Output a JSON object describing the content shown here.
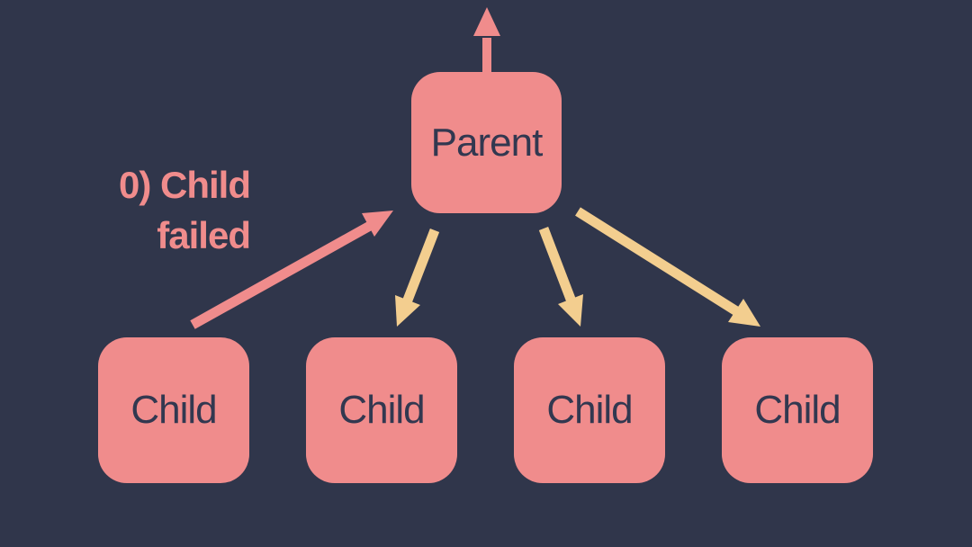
{
  "colors": {
    "background": "#30364B",
    "node_fill": "#F08C8C",
    "node_text": "#323850",
    "pink_accent": "#F08C8C",
    "yellow_accent": "#F3CE8F"
  },
  "diagram": {
    "parent": {
      "label": "Parent"
    },
    "children": [
      {
        "label": "Child"
      },
      {
        "label": "Child"
      },
      {
        "label": "Child"
      },
      {
        "label": "Child"
      }
    ],
    "annotation": {
      "text": "0) Child\nfailed"
    },
    "arrows": [
      {
        "name": "parent-exit-arrow",
        "color": "pink",
        "from": "Parent",
        "to": "offscreen-top"
      },
      {
        "name": "child-failed-arrow",
        "color": "pink",
        "from": "Child 1",
        "to": "Parent"
      },
      {
        "name": "parent-to-child-2-arrow",
        "color": "yellow",
        "from": "Parent",
        "to": "Child 2"
      },
      {
        "name": "parent-to-child-3-arrow",
        "color": "yellow",
        "from": "Parent",
        "to": "Child 3"
      },
      {
        "name": "parent-to-child-4-arrow",
        "color": "yellow",
        "from": "Parent",
        "to": "Child 4"
      }
    ]
  }
}
